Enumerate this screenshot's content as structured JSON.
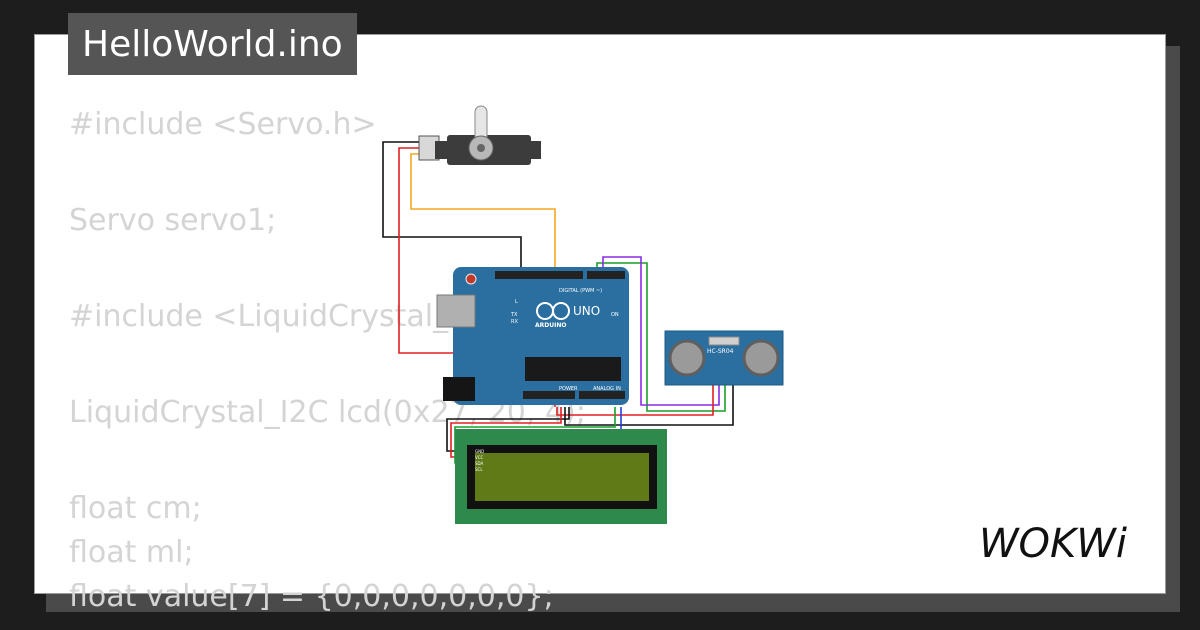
{
  "file": {
    "title": "HelloWorld.ino"
  },
  "code_lines": [
    "#include <Servo.h>",
    "",
    "Servo servo1;",
    "",
    "#include <LiquidCrystal_I2C.h>",
    "",
    "LiquidCrystal_I2C lcd(0x27, 20, 4);",
    "",
    "float cm;",
    "float ml;",
    "float value[7] = {0,0,0,0,0,0,0};"
  ],
  "board": {
    "logo_text": "UNO",
    "brand_text": "ARDUINO",
    "digital_label": "DIGITAL (PWM ~)",
    "power_label": "POWER",
    "analog_label": "ANALOG IN",
    "on_label": "ON",
    "l_label": "L",
    "tx_label": "TX",
    "rx_label": "RX"
  },
  "sensor": {
    "label": "HC-SR04"
  },
  "lcd": {
    "pin_labels": [
      "GND",
      "VCC",
      "SDA",
      "SCL"
    ]
  },
  "brand": {
    "logo_text": "WOKWi"
  },
  "colors": {
    "board_blue": "#2a6fa0",
    "lcd_green": "#2e8a4c",
    "lcd_screen": "#5f7a16",
    "wire_red": "#e02020",
    "wire_black": "#111111",
    "wire_orange": "#f5a623",
    "wire_green": "#1a9e2a",
    "wire_purple": "#8a2be2",
    "wire_blue": "#2040e0"
  }
}
